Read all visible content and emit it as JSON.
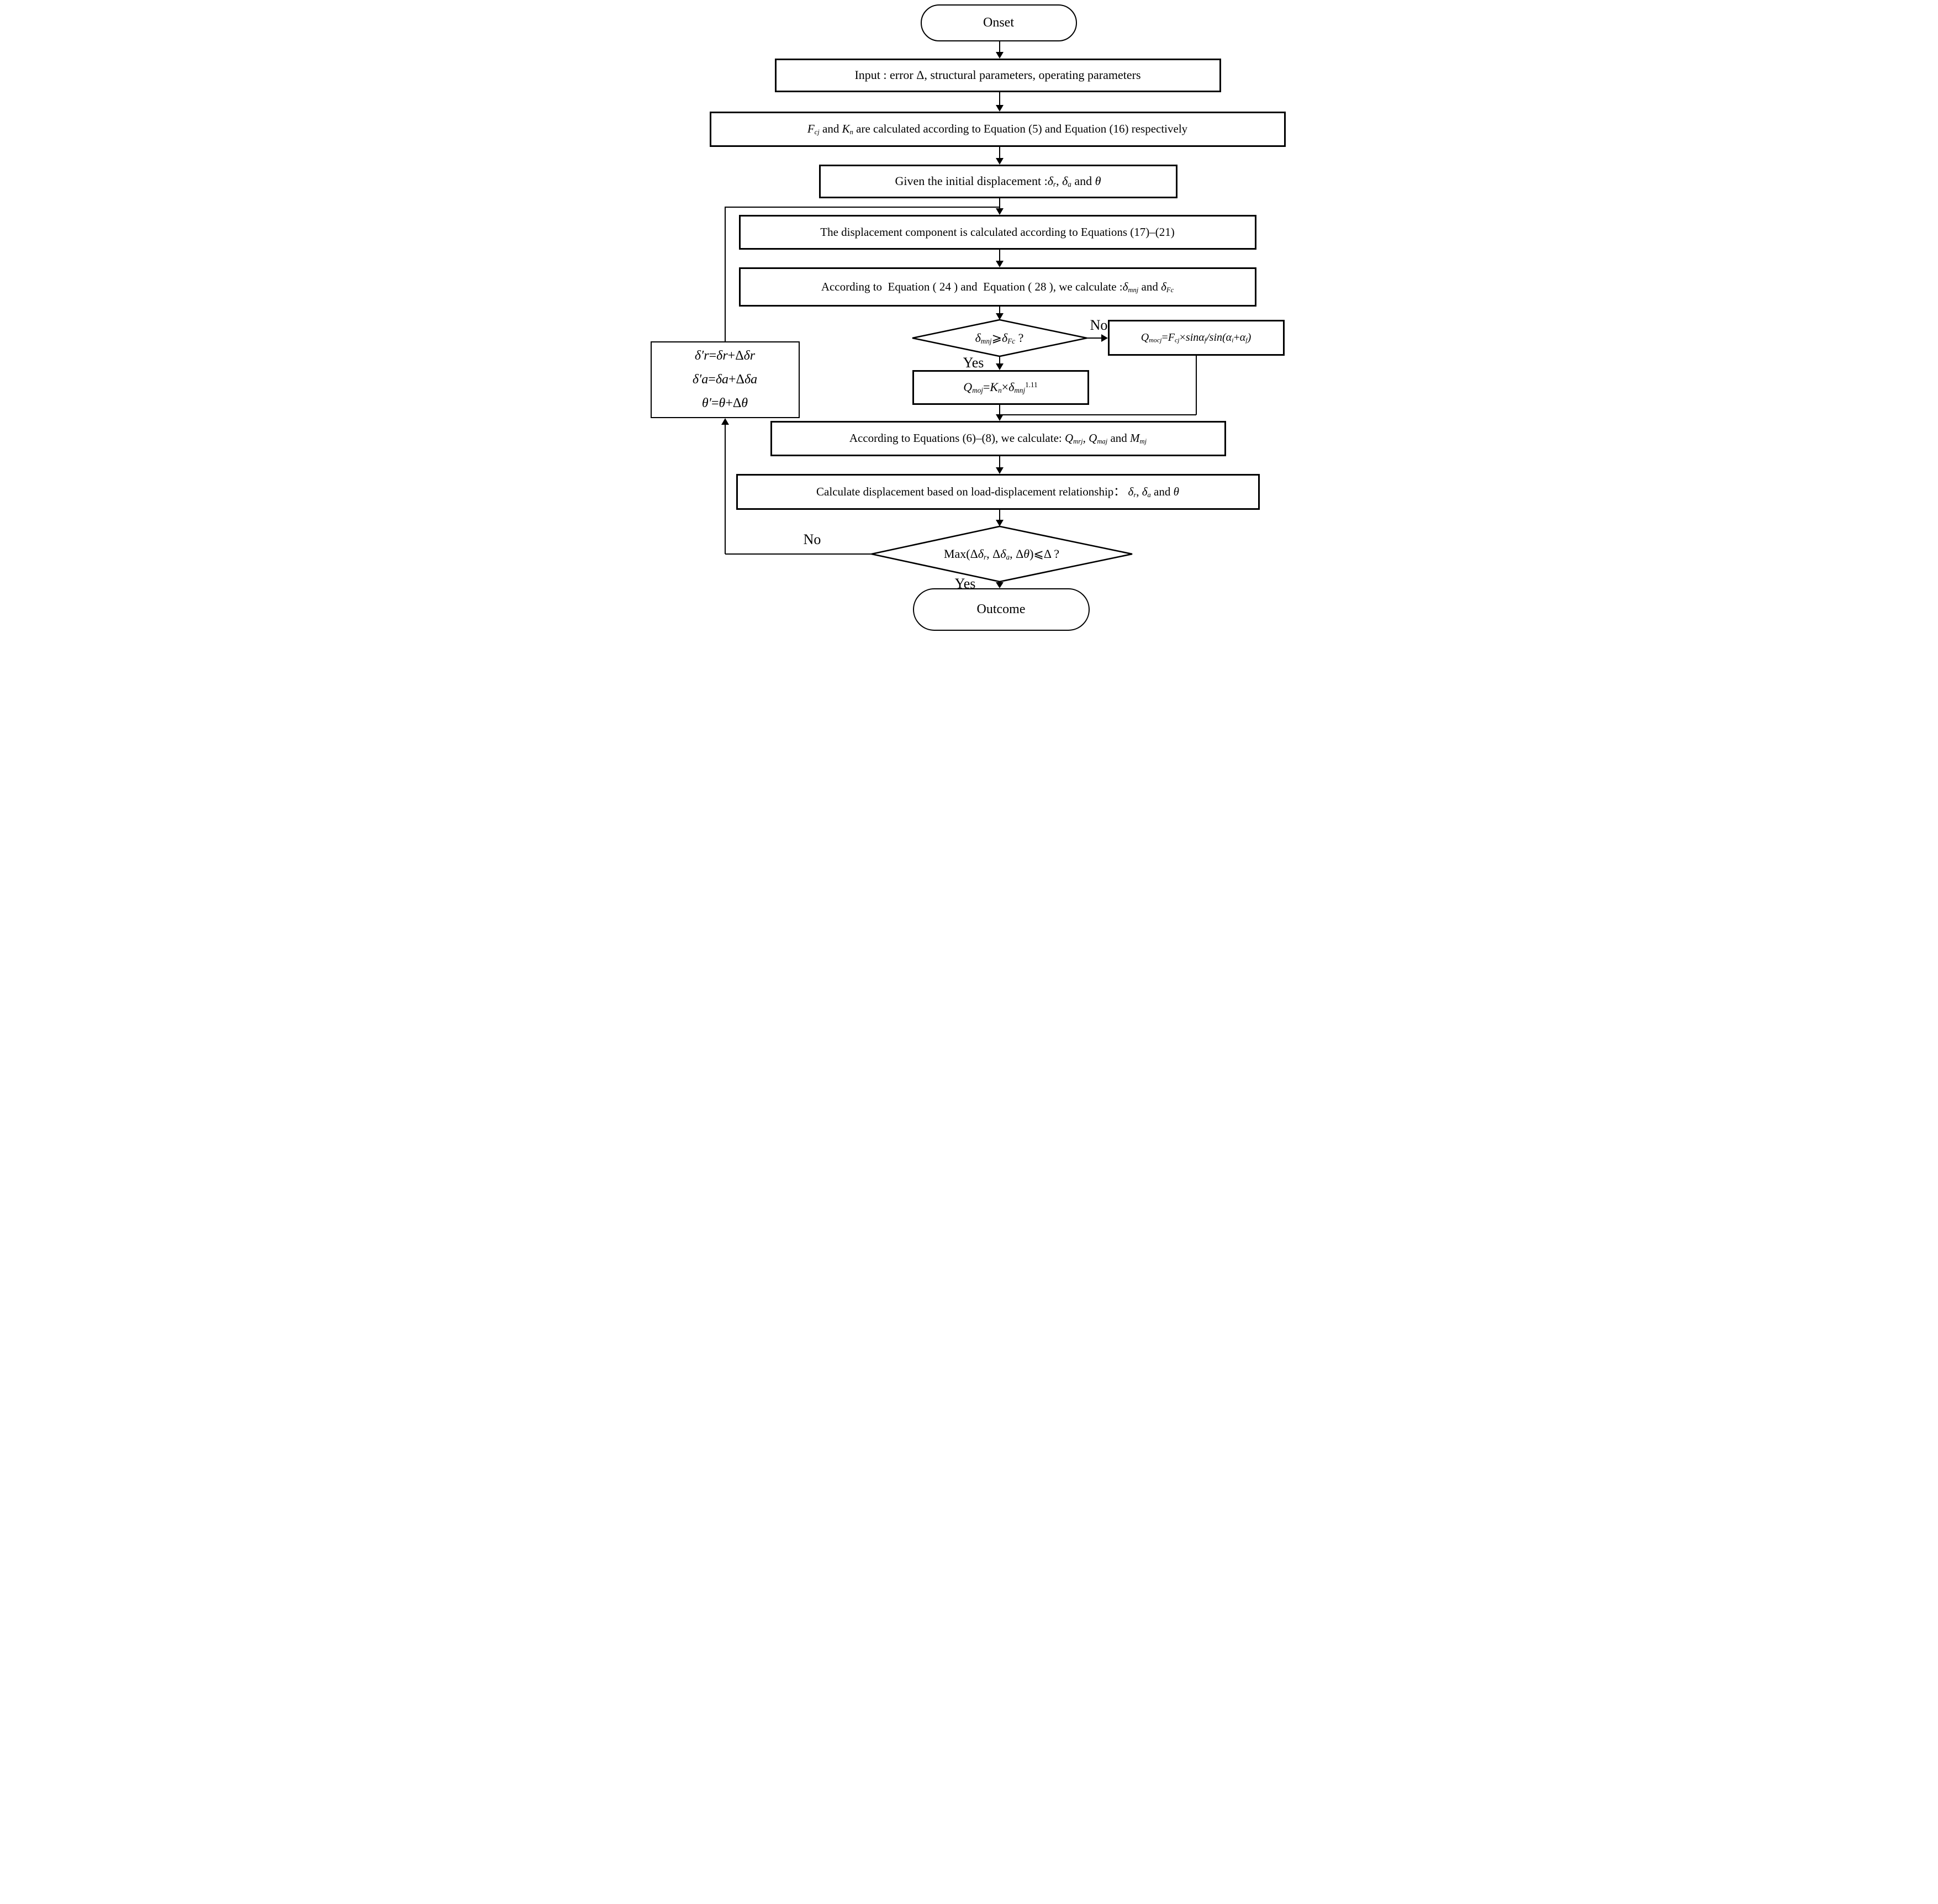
{
  "figure": {
    "kind": "flowchart",
    "colors": {
      "stroke": "#000000",
      "background": "#ffffff"
    }
  },
  "nodes": {
    "onset": {
      "label": "Onset"
    },
    "input": {
      "parts": [
        {
          "t": "Input : error Δ, structural parameters, operating parameters",
          "s": ""
        }
      ]
    },
    "calc_fk": {
      "parts": [
        {
          "t": "F",
          "s": "i"
        },
        {
          "t": "cj",
          "s": "sub"
        },
        {
          "t": " and ",
          "s": ""
        },
        {
          "t": "K",
          "s": "i"
        },
        {
          "t": "n",
          "s": "sub"
        },
        {
          "t": " are calculated according to Equation (5) and Equation (16) respectively",
          "s": ""
        }
      ]
    },
    "init_disp": {
      "parts": [
        {
          "t": "Given the initial displacement :",
          "s": ""
        },
        {
          "t": "δ",
          "s": "i"
        },
        {
          "t": "r",
          "s": "sub"
        },
        {
          "t": ", ",
          "s": ""
        },
        {
          "t": "δ",
          "s": "i"
        },
        {
          "t": "a",
          "s": "sub"
        },
        {
          "t": " and ",
          "s": ""
        },
        {
          "t": "θ",
          "s": "i"
        }
      ]
    },
    "disp_component": {
      "parts": [
        {
          "t": "The displacement component is calculated according to Equations (17)–(21)",
          "s": ""
        }
      ]
    },
    "calc_24_28": {
      "parts": [
        {
          "t": "According to  Equation ( 24 ) and  Equation ( 28 ), we calculate :",
          "s": ""
        },
        {
          "t": "δ",
          "s": "i"
        },
        {
          "t": "mnj",
          "s": "sub"
        },
        {
          "t": " and ",
          "s": ""
        },
        {
          "t": "δ",
          "s": "i"
        },
        {
          "t": "Fc",
          "s": "sub"
        }
      ]
    },
    "decision1": {
      "parts": [
        {
          "t": "δ",
          "s": "i"
        },
        {
          "t": "mnj",
          "s": "sub"
        },
        {
          "t": "⩾",
          "s": ""
        },
        {
          "t": "δ",
          "s": "i"
        },
        {
          "t": "Fc",
          "s": "sub"
        },
        {
          "t": " ?",
          "s": ""
        }
      ]
    },
    "q_mocj": {
      "parts": [
        {
          "t": "Q",
          "s": "i"
        },
        {
          "t": "mocj",
          "s": "sub"
        },
        {
          "t": "=",
          "s": ""
        },
        {
          "t": "F",
          "s": "i"
        },
        {
          "t": "cj",
          "s": "sub"
        },
        {
          "t": "×",
          "s": ""
        },
        {
          "t": "sinα",
          "s": "i"
        },
        {
          "t": "f",
          "s": "sub"
        },
        {
          "t": "/sin(",
          "s": "i"
        },
        {
          "t": "α",
          "s": "i"
        },
        {
          "t": "i",
          "s": "sub"
        },
        {
          "t": "+",
          "s": ""
        },
        {
          "t": "α",
          "s": "i"
        },
        {
          "t": "f",
          "s": "sub"
        },
        {
          "t": ")",
          "s": "i"
        }
      ]
    },
    "q_moj": {
      "parts": [
        {
          "t": "Q",
          "s": "i"
        },
        {
          "t": "moj",
          "s": "sub"
        },
        {
          "t": "=",
          "s": ""
        },
        {
          "t": "K",
          "s": "i"
        },
        {
          "t": "n",
          "s": "sub"
        },
        {
          "t": "×",
          "s": ""
        },
        {
          "t": "δ",
          "s": "i"
        },
        {
          "t": "mnj",
          "s": "sub"
        },
        {
          "t": "1.11",
          "s": "sup"
        }
      ]
    },
    "calc_6_8": {
      "parts": [
        {
          "t": "According to Equations (6)–(8), we calculate: ",
          "s": ""
        },
        {
          "t": "Q",
          "s": "i"
        },
        {
          "t": "mrj",
          "s": "sub"
        },
        {
          "t": ", ",
          "s": ""
        },
        {
          "t": "Q",
          "s": "i"
        },
        {
          "t": "maj",
          "s": "sub"
        },
        {
          "t": " and ",
          "s": ""
        },
        {
          "t": "M",
          "s": "i"
        },
        {
          "t": "mj",
          "s": "sub"
        }
      ]
    },
    "calc_disp": {
      "parts": [
        {
          "t": "Calculate displacement based on load-displacement relationship：",
          "s": ""
        },
        {
          "t": " ",
          "s": ""
        },
        {
          "t": "δ",
          "s": "i"
        },
        {
          "t": "r",
          "s": "sub"
        },
        {
          "t": ", ",
          "s": ""
        },
        {
          "t": "δ",
          "s": "i"
        },
        {
          "t": "a",
          "s": "sub"
        },
        {
          "t": " and ",
          "s": ""
        },
        {
          "t": "θ",
          "s": "i"
        }
      ]
    },
    "update": {
      "lines": [
        [
          {
            "t": "δ′r",
            "s": "i"
          },
          {
            "t": "=",
            "s": ""
          },
          {
            "t": "δr",
            "s": "i"
          },
          {
            "t": "+Δ",
            "s": ""
          },
          {
            "t": "δr",
            "s": "i"
          }
        ],
        [
          {
            "t": "δ′a",
            "s": "i"
          },
          {
            "t": "=",
            "s": ""
          },
          {
            "t": "δa",
            "s": "i"
          },
          {
            "t": "+Δ",
            "s": ""
          },
          {
            "t": "δa",
            "s": "i"
          }
        ],
        [
          {
            "t": "θ′",
            "s": "i"
          },
          {
            "t": "=",
            "s": ""
          },
          {
            "t": "θ",
            "s": "i"
          },
          {
            "t": "+Δ",
            "s": ""
          },
          {
            "t": "θ",
            "s": "i"
          }
        ]
      ]
    },
    "decision2": {
      "parts": [
        {
          "t": "Max(Δ",
          "s": ""
        },
        {
          "t": "δ",
          "s": "i"
        },
        {
          "t": "r",
          "s": "sub"
        },
        {
          "t": ", Δ",
          "s": ""
        },
        {
          "t": "δ",
          "s": "i"
        },
        {
          "t": "a",
          "s": "sub"
        },
        {
          "t": ", Δ",
          "s": ""
        },
        {
          "t": "θ",
          "s": "i"
        },
        {
          "t": ")⩽Δ ?",
          "s": ""
        }
      ]
    },
    "outcome": {
      "label": "Outcome"
    }
  },
  "branch_labels": {
    "decision1_no": "No",
    "decision1_yes": "Yes",
    "decision2_no": "No",
    "decision2_yes": "Yes"
  }
}
